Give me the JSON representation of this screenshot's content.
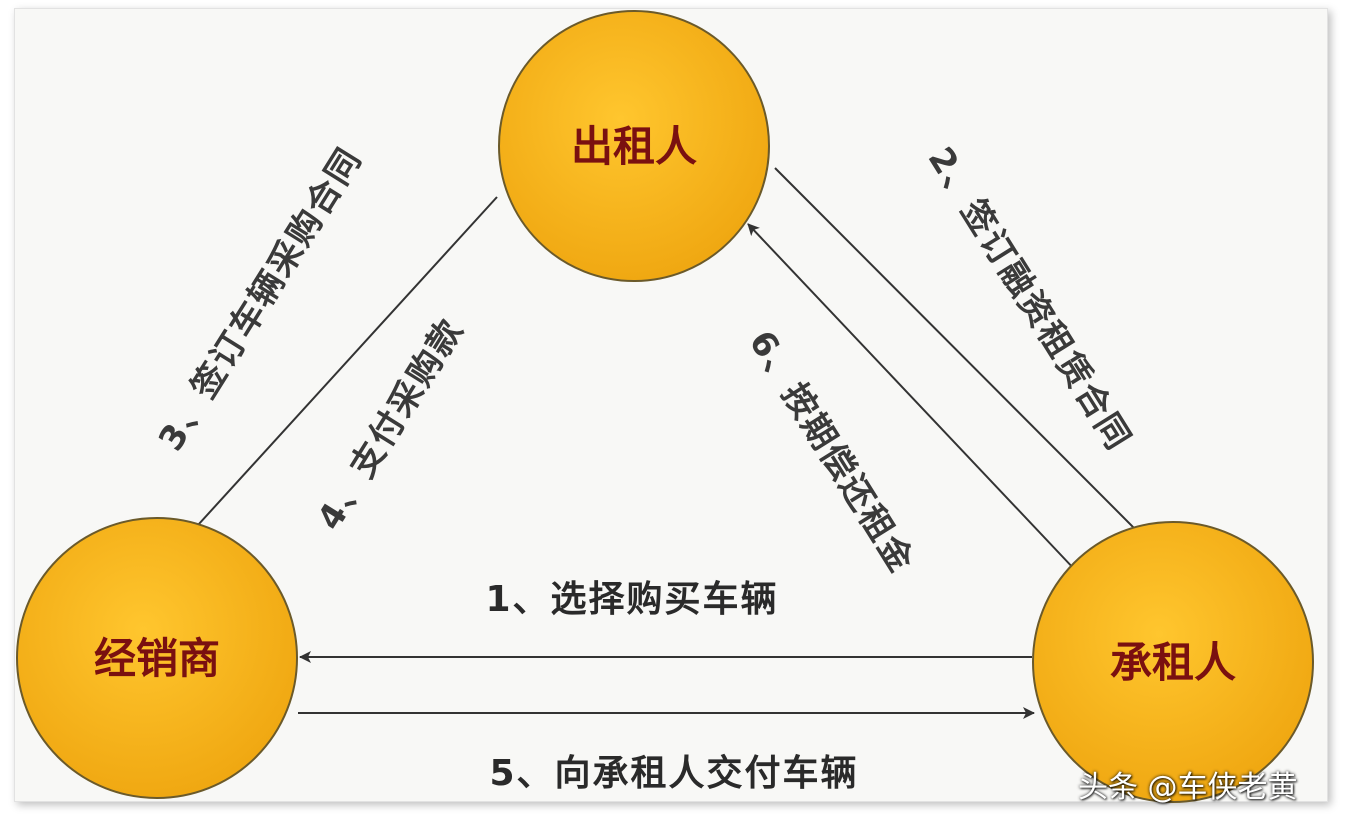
{
  "nodes": {
    "lessor": "出租人",
    "dealer": "经销商",
    "lessee": "承租人"
  },
  "edges": {
    "e1": "1、选择购买车辆",
    "e2": "2、签订融资租赁合同",
    "e3": "3、签订车辆采购合同",
    "e4": "4、支付采购款",
    "e5": "5、向承租人交付车辆",
    "e6": "6、按期偿还租金"
  },
  "watermark": "头条 @车侠老黄",
  "colors": {
    "node_fill": "#f7b21c",
    "node_text": "#7a1010",
    "arrow": "#333333"
  }
}
